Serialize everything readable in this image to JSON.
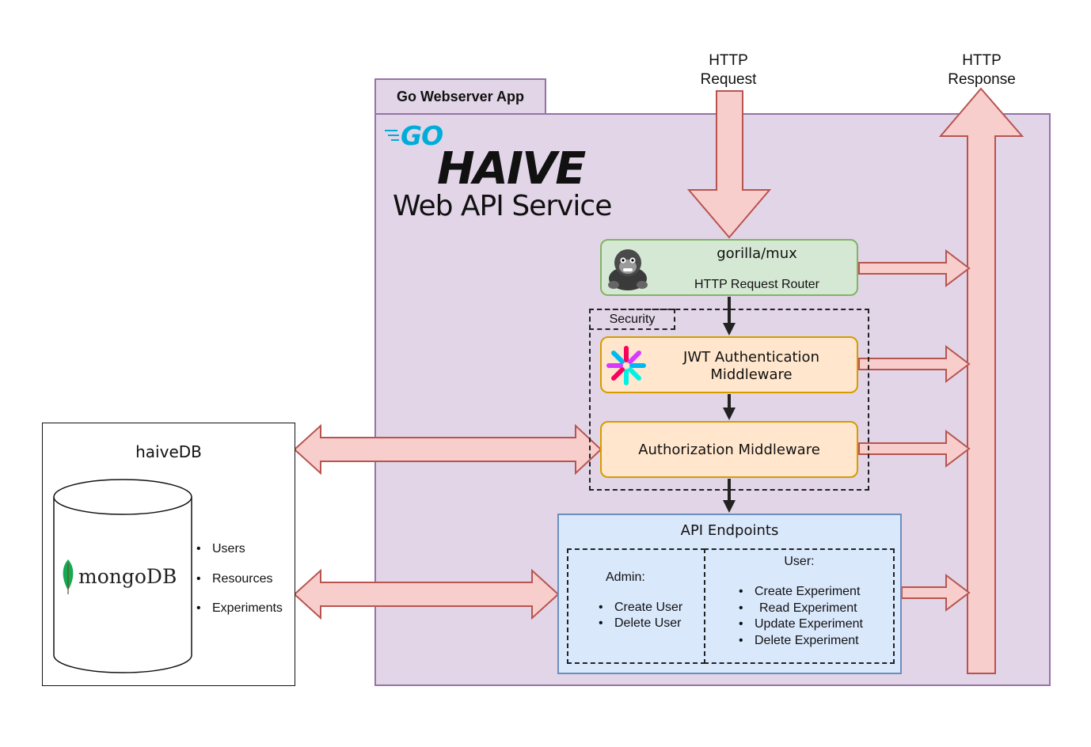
{
  "app_tab": {
    "label": "Go Webserver App"
  },
  "go_logo": {
    "text": "GO"
  },
  "brand": {
    "logo_text": "HAIVE",
    "subtitle": "Web API Service"
  },
  "http_request": {
    "line1": "HTTP",
    "line2": "Request"
  },
  "http_response": {
    "line1": "HTTP",
    "line2": "Response"
  },
  "router": {
    "title": "gorilla/mux",
    "subtitle": "HTTP Request Router",
    "icon": "gorilla-icon"
  },
  "security": {
    "label": "Security"
  },
  "jwt": {
    "line1": "JWT Authentication",
    "line2": "Middleware",
    "icon": "jwt-icon"
  },
  "authz": {
    "label": "Authorization Middleware"
  },
  "endpoints": {
    "title": "API Endpoints",
    "admin": {
      "heading": "Admin:",
      "items": [
        "Create User",
        "Delete User"
      ]
    },
    "user": {
      "heading": "User:",
      "items": [
        "Create Experiment",
        "Read Experiment",
        "Update Experiment",
        "Delete Experiment"
      ]
    }
  },
  "database": {
    "title": "haiveDB",
    "logo_text": "mongoDB",
    "collections": [
      "Users",
      "Resources",
      "Experiments"
    ]
  },
  "colors": {
    "app_fill": "#e1d5e7",
    "app_stroke": "#9673a6",
    "arrow_fill": "#f8cecc",
    "arrow_stroke": "#b85450",
    "router_fill": "#d5e8d4",
    "router_stroke": "#82b366",
    "mw_fill": "#ffe6cc",
    "mw_stroke": "#d79b00",
    "api_fill": "#dae8fc",
    "api_stroke": "#6c8ebf",
    "go_blue": "#00add8"
  }
}
